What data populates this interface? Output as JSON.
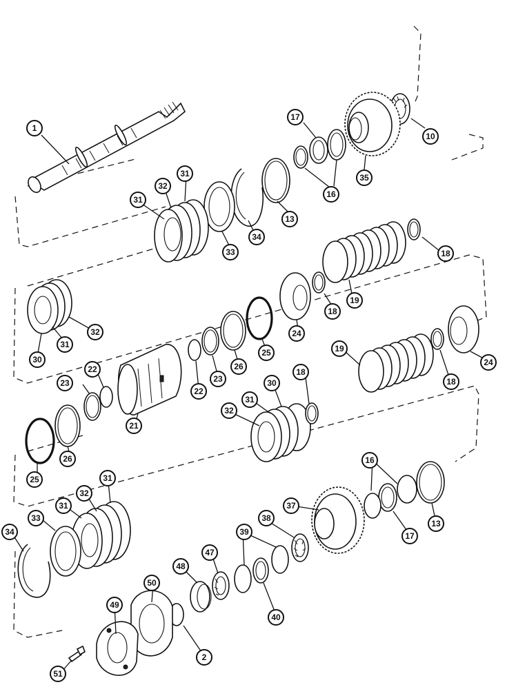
{
  "diagram": {
    "callouts": [
      {
        "id": "c1",
        "label": "1"
      },
      {
        "id": "c2",
        "label": "2"
      },
      {
        "id": "c10",
        "label": "10"
      },
      {
        "id": "c13a",
        "label": "13"
      },
      {
        "id": "c13b",
        "label": "13"
      },
      {
        "id": "c16a",
        "label": "16"
      },
      {
        "id": "c16b",
        "label": "16"
      },
      {
        "id": "c17a",
        "label": "17"
      },
      {
        "id": "c17b",
        "label": "17"
      },
      {
        "id": "c18a",
        "label": "18"
      },
      {
        "id": "c18b",
        "label": "18"
      },
      {
        "id": "c18c",
        "label": "18"
      },
      {
        "id": "c18d",
        "label": "18"
      },
      {
        "id": "c19a",
        "label": "19"
      },
      {
        "id": "c19b",
        "label": "19"
      },
      {
        "id": "c21",
        "label": "21"
      },
      {
        "id": "c22a",
        "label": "22"
      },
      {
        "id": "c22b",
        "label": "22"
      },
      {
        "id": "c23a",
        "label": "23"
      },
      {
        "id": "c23b",
        "label": "23"
      },
      {
        "id": "c24a",
        "label": "24"
      },
      {
        "id": "c24b",
        "label": "24"
      },
      {
        "id": "c25a",
        "label": "25"
      },
      {
        "id": "c25b",
        "label": "25"
      },
      {
        "id": "c26a",
        "label": "26"
      },
      {
        "id": "c26b",
        "label": "26"
      },
      {
        "id": "c30a",
        "label": "30"
      },
      {
        "id": "c30b",
        "label": "30"
      },
      {
        "id": "c31a",
        "label": "31"
      },
      {
        "id": "c31b",
        "label": "31"
      },
      {
        "id": "c31c",
        "label": "31"
      },
      {
        "id": "c31d",
        "label": "31"
      },
      {
        "id": "c31e",
        "label": "31"
      },
      {
        "id": "c31f",
        "label": "31"
      },
      {
        "id": "c32a",
        "label": "32"
      },
      {
        "id": "c32b",
        "label": "32"
      },
      {
        "id": "c32c",
        "label": "32"
      },
      {
        "id": "c32d",
        "label": "32"
      },
      {
        "id": "c33a",
        "label": "33"
      },
      {
        "id": "c33b",
        "label": "33"
      },
      {
        "id": "c34a",
        "label": "34"
      },
      {
        "id": "c34b",
        "label": "34"
      },
      {
        "id": "c35",
        "label": "35"
      },
      {
        "id": "c37",
        "label": "37"
      },
      {
        "id": "c38",
        "label": "38"
      },
      {
        "id": "c39",
        "label": "39"
      },
      {
        "id": "c40",
        "label": "40"
      },
      {
        "id": "c47",
        "label": "47"
      },
      {
        "id": "c48",
        "label": "48"
      },
      {
        "id": "c49",
        "label": "49"
      },
      {
        "id": "c50",
        "label": "50"
      },
      {
        "id": "c51",
        "label": "51"
      }
    ]
  }
}
